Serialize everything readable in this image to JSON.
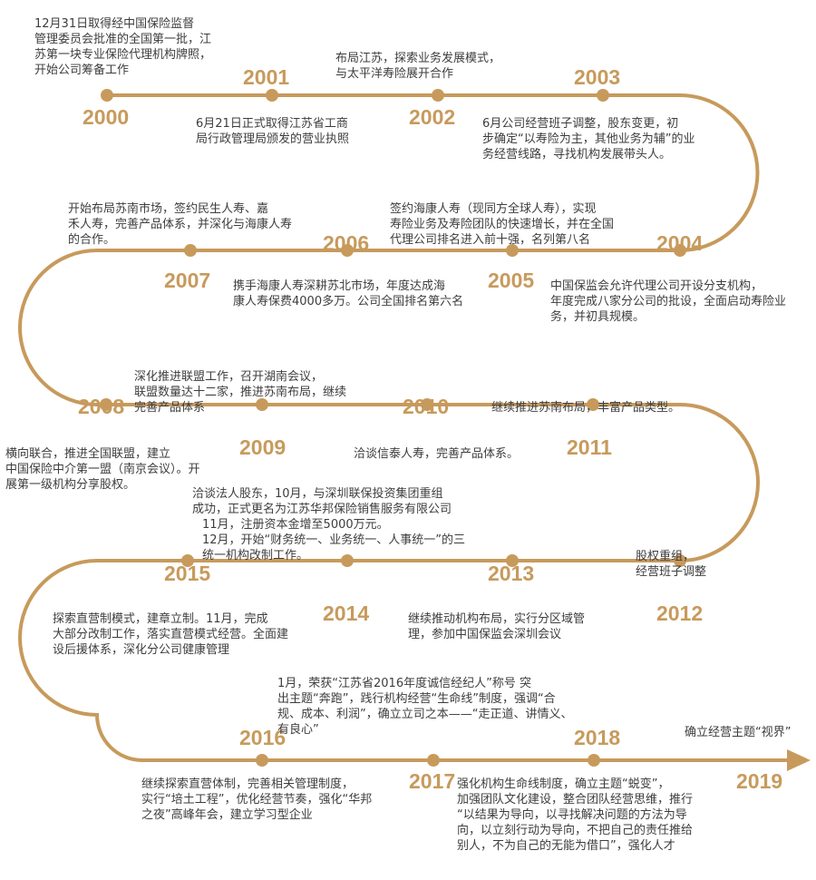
{
  "colors": {
    "line": "#c79a5c",
    "text": "#3d3d3d",
    "year": "#c79a5c"
  },
  "years": {
    "y2000": "2000",
    "y2001": "2001",
    "y2002": "2002",
    "y2003": "2003",
    "y2004": "2004",
    "y2005": "2005",
    "y2006": "2006",
    "y2007": "2007",
    "y2008": "2008",
    "y2009": "2009",
    "y2010": "2010",
    "y2011": "2011",
    "y2012": "2012",
    "y2013": "2013",
    "y2014": "2014",
    "y2015": "2015",
    "y2016": "2016",
    "y2017": "2017",
    "y2018": "2018",
    "y2019": "2019"
  },
  "events": {
    "e2000": "12月31日取得经中国保险监督\n管理委员会批准的全国第一批，江\n苏第一块专业保险代理机构牌照，\n开始公司筹备工作",
    "e2001": "6月21日正式取得江苏省工商\n局行政管理局颁发的营业执照",
    "e2002": "布局江苏，探索业务发展模式，\n与太平洋寿险展开合作",
    "e2003": "6月公司经营班子调整，股东变更，初\n步确定“以寿险为主，其他业务为辅”的业\n务经营线路，寻找机构发展带头人。",
    "e2004": "中国保监会允许代理公司开设分支机构，\n年度完成八家分公司的批设，全面启动寿险业\n务，并初具规模。",
    "e2005": "签约海康人寿（现同方全球人寿），实现\n寿险业务及寿险团队的快速增长，并在全国\n代理公司排名进入前十强，名列第八名",
    "e2006": "携手海康人寿深耕苏北市场，年度达成海\n康人寿保费4000多万。公司全国排名第六名",
    "e2007": "开始布局苏南市场，签约民生人寿、嘉\n禾人寿，完善产品体系，并深化与海康人寿\n的合作。",
    "e2008": "横向联合，推进全国联盟，建立\n中国保险中介第一盟（南京会议）。开\n展第一级机构分享股权。",
    "e2009": "深化推进联盟工作，召开湖南会议，\n联盟数量达十二家，推进苏南布局，继续\n完善产品体系",
    "e2010": "洽谈信泰人寿，完善产品体系。",
    "e2011": "继续推进苏南布局，丰富产品类型。",
    "e2012": "股权重组，\n经营班子调整",
    "e2013": "继续推动机构布局，实行分区域管\n理，参加中国保监会深圳会议",
    "e2014_1": "洽谈法人股东，10月，与深圳联保投资集团重组\n成功，正式更名为江苏华邦保险销售服务有限公司",
    "e2014_2": "11月，注册资本金增至5000万元。\n12月，开始“财务统一、业务统一、人事统一”的三\n统一机构改制工作。",
    "e2015": "探索直营制模式，建章立制。11月，完成\n大部分改制工作，落实直营模式经营。全面建\n设后援体系，深化分公司健康管理",
    "e2016": "继续探索直营体制，完善相关管理制度，\n实行“培土工程”，优化经营节奏，强化“华邦\n之夜”高峰年会，建立学习型企业",
    "e2017": "1月，荣获“江苏省2016年度诚信经纪人”称号  突\n出主题“奔跑”，践行机构经营“生命线”制度，强调“合\n规、成本、利润”，确立立司之本——“走正道、讲情义、\n有良心”",
    "e2018": "强化机构生命线制度，确立主题“蜕变”，\n加强团队文化建设，整合团队经营思维，推行\n“以结果为导向，以寻找解决问题的方法为导\n向，以立刻行动为导向，不把自己的责任推给\n别人，不为自己的无能为借口”，强化人才",
    "e2019": "确立经营主题“视界”"
  }
}
